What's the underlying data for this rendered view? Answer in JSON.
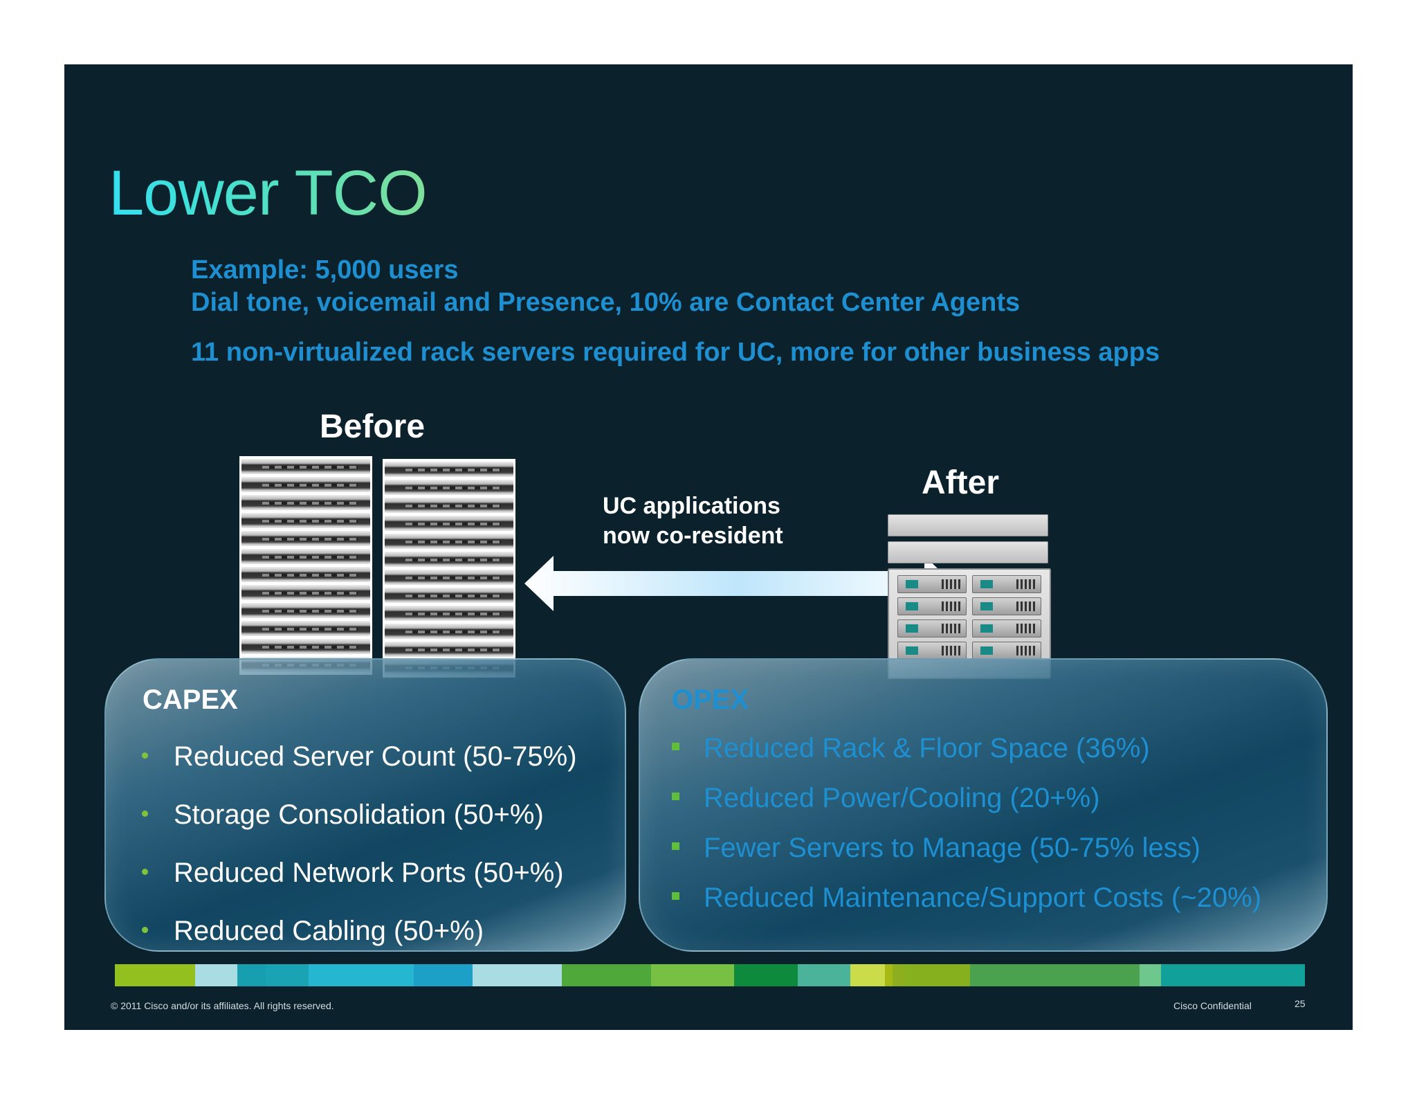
{
  "slide": {
    "title": "Lower TCO",
    "subtitle_lines": [
      "Example: 5,000 users",
      "Dial tone, voicemail and Presence, 10% are Contact Center Agents",
      "11 non-virtualized rack servers required for UC, more for other business apps"
    ],
    "before_label": "Before",
    "after_label": "After",
    "arrow_label_lines": [
      "UC applications",
      "now co-resident"
    ],
    "capex": {
      "heading": "CAPEX",
      "items": [
        "Reduced Server Count (50-75%)",
        "Storage Consolidation (50+%)",
        "Reduced Network Ports (50+%)",
        "Reduced Cabling (50+%)"
      ]
    },
    "opex": {
      "heading": "OPEX",
      "items": [
        "Reduced Rack & Floor Space (36%)",
        "Reduced Power/Cooling (20+%)",
        "Fewer Servers to Manage (50-75% less)",
        "Reduced Maintenance/Support Costs (~20%)"
      ]
    },
    "color_strip": [
      "#93c01f",
      "#a9dde3",
      "#179faf",
      "#1aa4b3",
      "#25b6d2",
      "#1ca0c8",
      "#a9dde3",
      "#4ea93a",
      "#77c043",
      "#0d8a3b",
      "#4ab39a",
      "#cadc4a",
      "#a7b915",
      "#8cae1f",
      "#86b01e",
      "#4aa14e",
      "#6ec78c",
      "#12a09a"
    ],
    "footer": {
      "copyright": "© 2011 Cisco and/or its affiliates. All rights reserved.",
      "confidential": "Cisco Confidential",
      "page_number": "25"
    }
  }
}
